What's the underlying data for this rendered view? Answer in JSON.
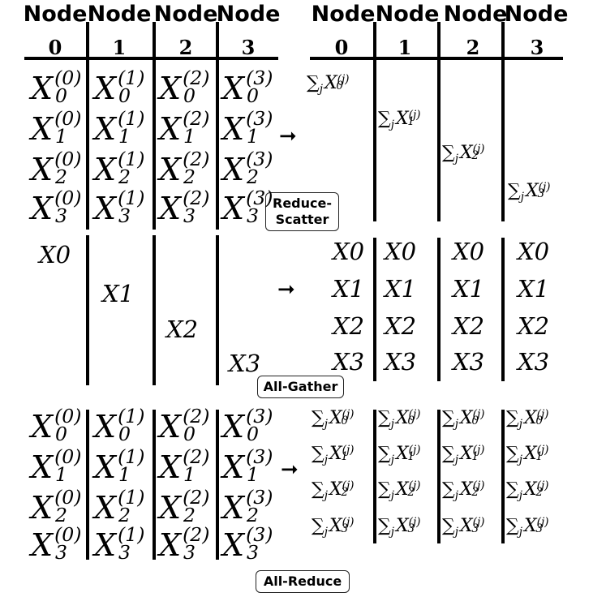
{
  "headers": {
    "node_word": "Node",
    "left_indices": [
      "0",
      "1",
      "2",
      "3"
    ],
    "right_indices": [
      "0",
      "1",
      "2",
      "3"
    ]
  },
  "sections": {
    "reduce_scatter_label": "Reduce-\nScatter",
    "all_gather_label": "All-Gather",
    "all_reduce_label": "All-Reduce"
  },
  "symbols": {
    "x": "X",
    "sum": "∑",
    "j": "j",
    "arrow": "➞",
    "gather_blocks": [
      "X0",
      "X1",
      "X2",
      "X3"
    ]
  }
}
